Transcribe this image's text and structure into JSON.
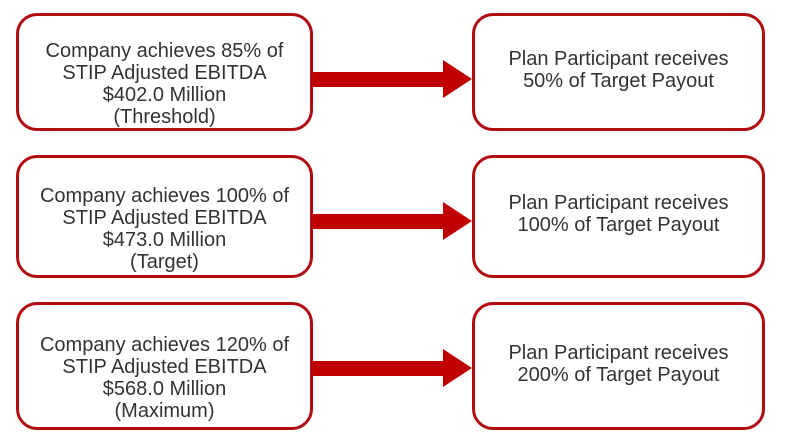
{
  "colors": {
    "box_border": "#B00D12",
    "arrow": "#C00000",
    "text": "#333333",
    "background": "#FFFFFF"
  },
  "rows": [
    {
      "condition": {
        "lines": [
          "Company achieves 85% of",
          "STIP Adjusted EBITDA",
          "$402.0 Million",
          "(Threshold)"
        ]
      },
      "outcome": {
        "lines": [
          "Plan Participant receives",
          "50% of Target Payout"
        ]
      }
    },
    {
      "condition": {
        "lines": [
          "Company achieves 100% of",
          "STIP Adjusted EBITDA",
          "$473.0 Million",
          "(Target)"
        ]
      },
      "outcome": {
        "lines": [
          "Plan Participant receives",
          "100% of Target Payout"
        ]
      }
    },
    {
      "condition": {
        "lines": [
          "Company achieves 120% of",
          "STIP Adjusted EBITDA",
          "$568.0 Million",
          "(Maximum)"
        ]
      },
      "outcome": {
        "lines": [
          "Plan Participant receives",
          "200% of Target Payout"
        ]
      }
    }
  ]
}
